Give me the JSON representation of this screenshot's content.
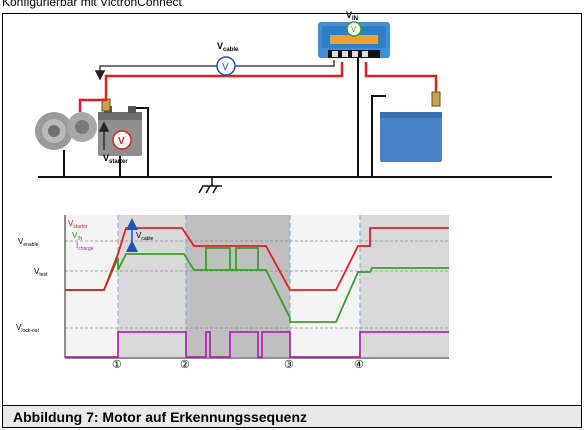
{
  "header": {
    "cropped_text": "Konfigurierbar mit VictronConnect"
  },
  "circuit": {
    "vin": {
      "main": "V",
      "sub": "IN",
      "meter": "V"
    },
    "vcable": {
      "main": "V",
      "sub": "cable",
      "meter": "V"
    },
    "vstarter": {
      "main": "V",
      "sub": "starter",
      "meter": "V"
    }
  },
  "timing": {
    "legend": [
      {
        "main": "V",
        "sub": "starter",
        "color": "#e02020"
      },
      {
        "main": "V",
        "sub": "IN",
        "color": "#3aa02a"
      },
      {
        "main": "I",
        "sub": "charge",
        "color": "#b02ab0"
      }
    ],
    "y_levels": [
      {
        "main": "V",
        "sub": "enable"
      },
      {
        "main": "V",
        "sub": "test"
      },
      {
        "main": "V",
        "sub": "lock-out"
      }
    ],
    "arrow_label": {
      "main": "V",
      "sub": "cable"
    },
    "markers": [
      "①",
      "②",
      "③",
      "④"
    ]
  },
  "colors": {
    "starter": "#e02020",
    "vin": "#3aa02a",
    "charge": "#b02ab0",
    "phase_shade": "#c9c9c9",
    "marker_line": "#7aa7d8"
  },
  "caption": "Abbildung 7: Motor auf Erkennungssequenz"
}
